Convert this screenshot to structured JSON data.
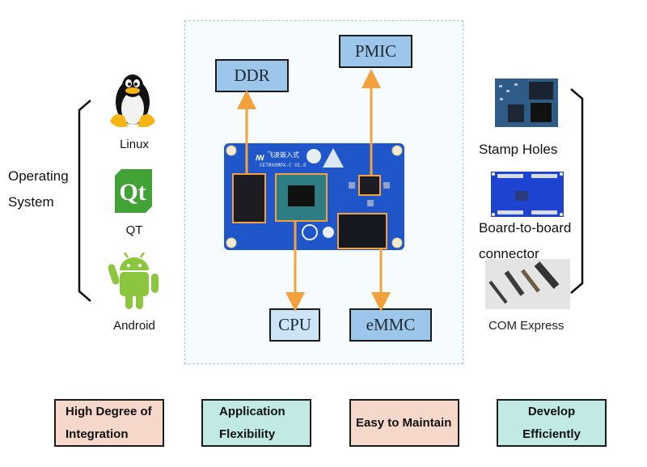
{
  "operating_system": {
    "label_line1": "Operating",
    "label_line2": "System",
    "items": [
      {
        "name": "Linux",
        "icon": "linux-tux-icon"
      },
      {
        "name": "QT",
        "icon": "qt-logo-icon"
      },
      {
        "name": "Android",
        "icon": "android-robot-icon"
      }
    ]
  },
  "board": {
    "pcb_model": "FETMX8MPX-C V1.0",
    "brand": "飞凌嵌入式",
    "components": {
      "ddr": "DDR",
      "pmic": "PMIC",
      "cpu": "CPU",
      "emmc": "eMMC"
    },
    "accent_color": "#f3a13c"
  },
  "connection_types": [
    {
      "label_line1": "Stamp Holes",
      "label_line2": ""
    },
    {
      "label_line1": "Board-to-board",
      "label_line2": "connector"
    },
    {
      "label_line1": "COM Express",
      "label_line2": ""
    }
  ],
  "features": [
    {
      "line1": "High Degree of",
      "line2": "Integration",
      "color": "#f6d8cb"
    },
    {
      "line1": "Application",
      "line2": "Flexibility",
      "color": "#c2eae5"
    },
    {
      "line1": "Easy to Maintain",
      "line2": "",
      "color": "#f6d8cb"
    },
    {
      "line1": "Develop",
      "line2": "Efficiently",
      "color": "#c2eae5"
    }
  ]
}
